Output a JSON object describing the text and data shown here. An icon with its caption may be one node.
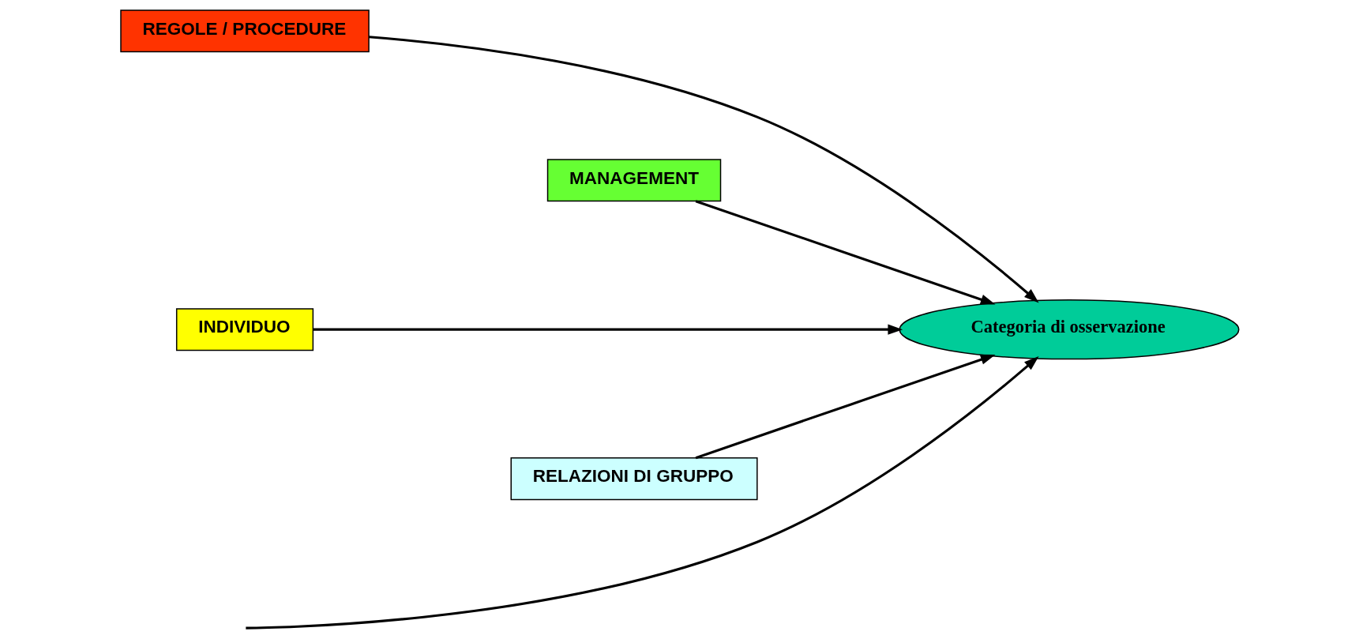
{
  "diagram": {
    "nodes": [
      {
        "text": [
          "REGOLE / PROCEDURE"
        ]
      },
      {
        "text": [
          "MANAGEMENT"
        ]
      },
      {
        "text": [
          "INDIVIDUO"
        ]
      },
      {
        "text": [
          "RELAZIONI DI GRUPPO"
        ]
      },
      {
        "text": [
          "Categoria di osservazione"
        ]
      }
    ],
    "edges": [
      {
        "from": null,
        "to": 4,
        "arrow": "to"
      },
      {
        "from": 0,
        "to": 4,
        "arrow": "to"
      },
      {
        "from": 2,
        "to": 4,
        "arrow": "to"
      },
      {
        "from": 1,
        "to": 4,
        "arrow": "to"
      },
      {
        "from": 3,
        "to": 4,
        "arrow": "to"
      }
    ]
  }
}
